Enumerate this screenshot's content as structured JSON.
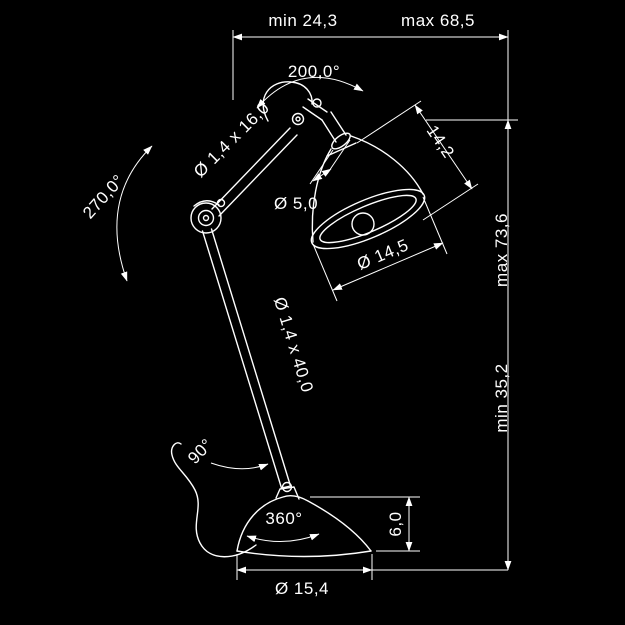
{
  "drawing": {
    "background": "#000000",
    "line_color": "#ffffff",
    "subject": "articulated desk lamp technical dimension drawing",
    "dimensions": {
      "top_width_min": "min 24,3",
      "top_width_max": "max 68,5",
      "head_swivel": "200,0°",
      "upper_arm_tube": "Ø 1,4 x 16,0",
      "elbow_swivel": "270,0°",
      "shade_top_diameter": "Ø 5,0",
      "shade_depth": "14,2",
      "shade_diameter": "Ø 14,5",
      "lower_arm_tube": "Ø 1,4 x 40,0",
      "height_min": "min 35,2",
      "height_max": "max 73,6",
      "base_joint_angle": "90°",
      "base_swivel": "360°",
      "base_height": "6,0",
      "base_diameter": "Ø 15,4"
    }
  }
}
